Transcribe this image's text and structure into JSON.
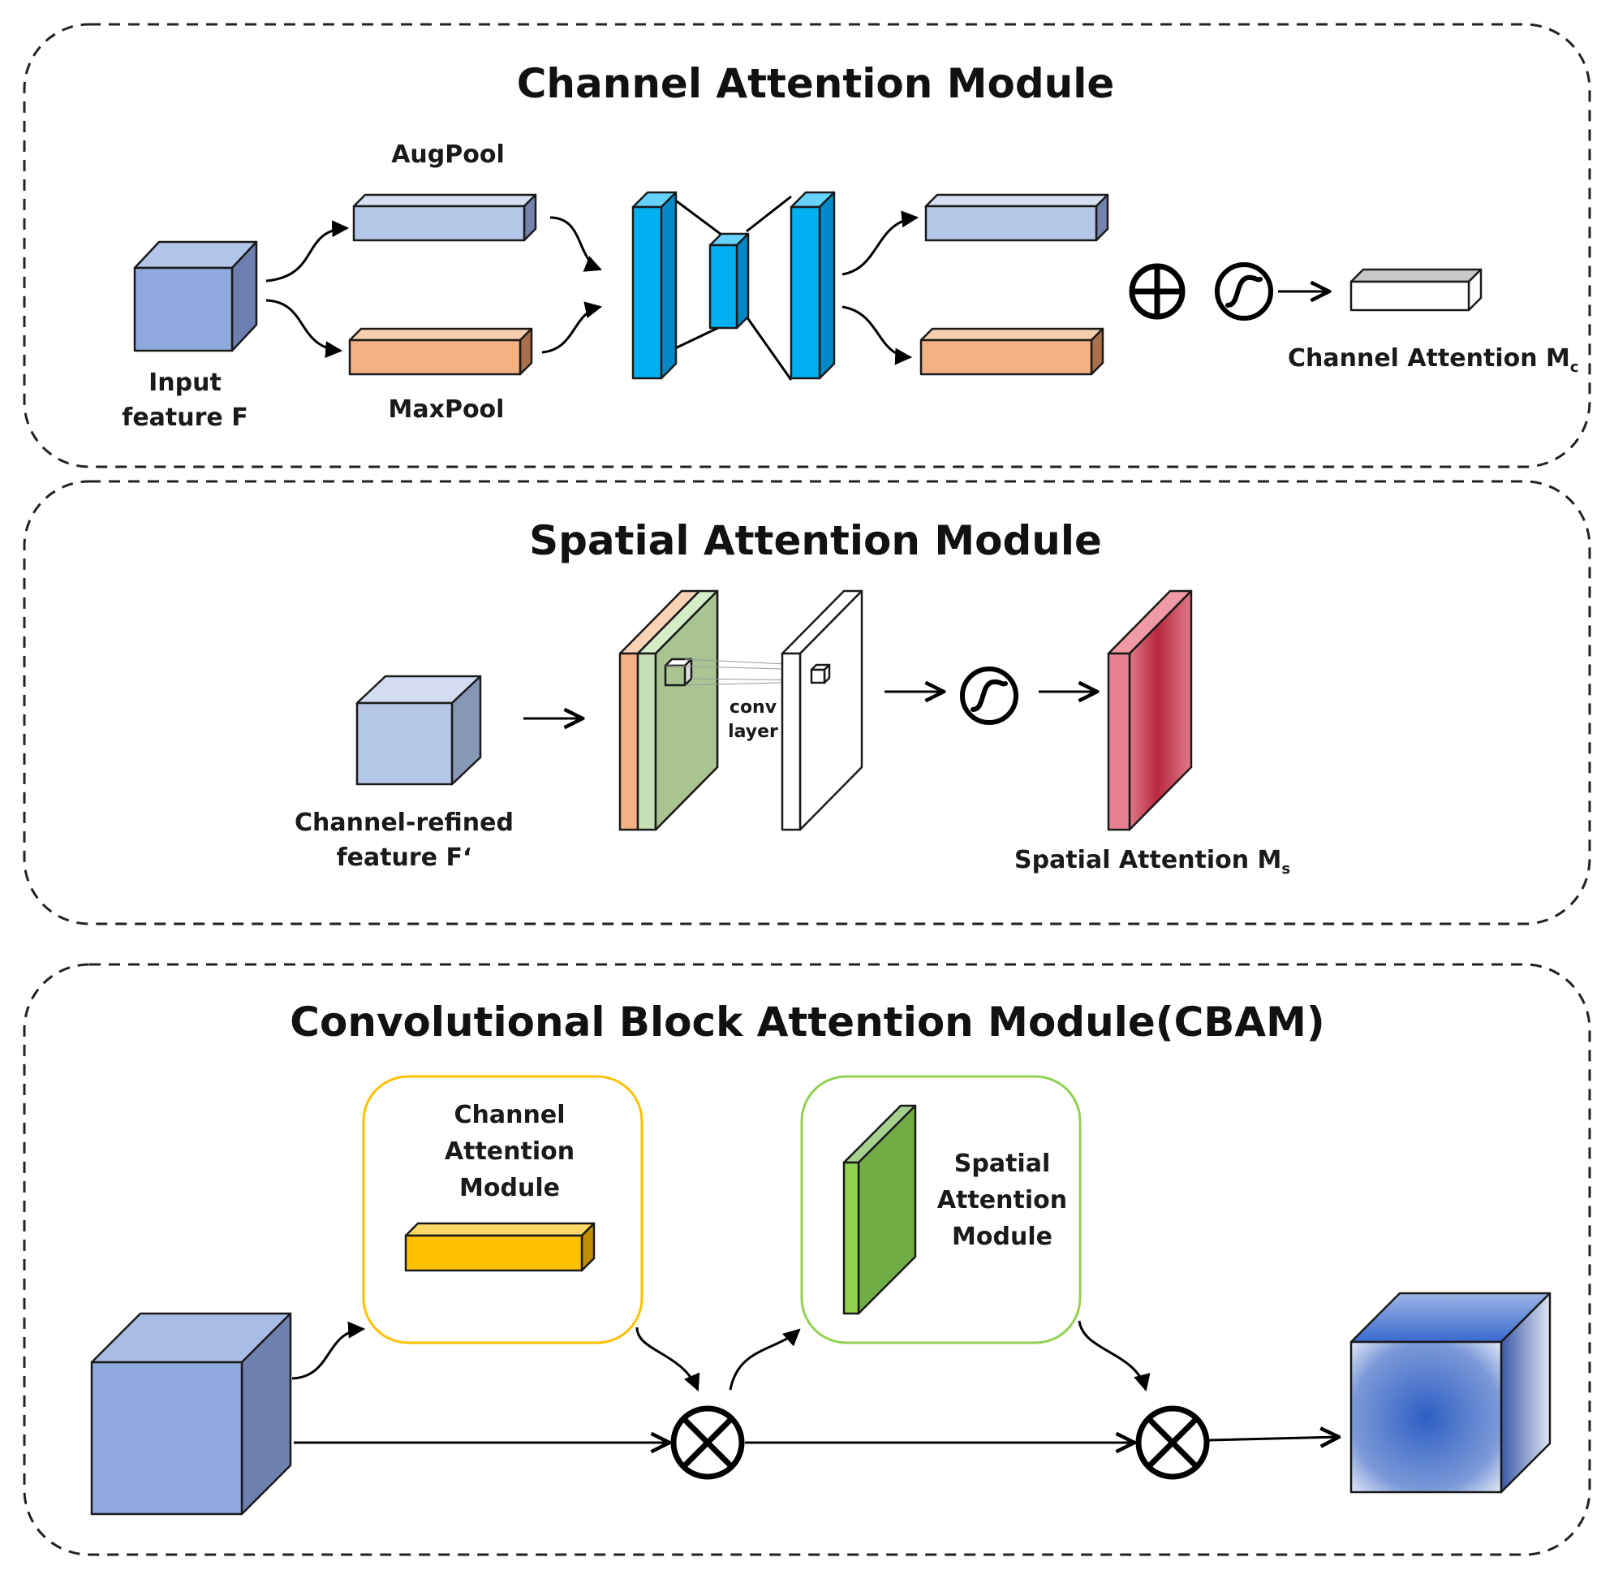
{
  "channel_module": {
    "title": "Channel Attention Module",
    "augpool_label": "AugPool",
    "maxpool_label": "MaxPool",
    "input_label_line1": "Input",
    "input_label_line2": "feature F",
    "output_label": "Channel Attention M",
    "output_subscript": "c"
  },
  "spatial_module": {
    "title": "Spatial Attention Module",
    "input_label_line1": "Channel-refined",
    "input_label_line2": "feature F‘",
    "conv_label_line1": "conv",
    "conv_label_line2": "layer",
    "output_label": "Spatial Attention M",
    "output_subscript": "s"
  },
  "cbam_module": {
    "title": "Convolutional Block Attention Module(CBAM)",
    "channel_box_line1": "Channel",
    "channel_box_line2": "Attention",
    "channel_box_line3": "Module",
    "spatial_box_line1": "Spatial",
    "spatial_box_line2": "Attention",
    "spatial_box_line3": "Module"
  },
  "colors": {
    "feature_blue": "#8fa8de",
    "pool_blue": "#b4c7e7",
    "pool_orange": "#f4b183",
    "mlp_cyan": "#00b0f0",
    "spatial_red": "#c0394b",
    "channel_yellow": "#ffc000",
    "spatial_green": "#70ad47",
    "dashed_border": "#222222"
  }
}
